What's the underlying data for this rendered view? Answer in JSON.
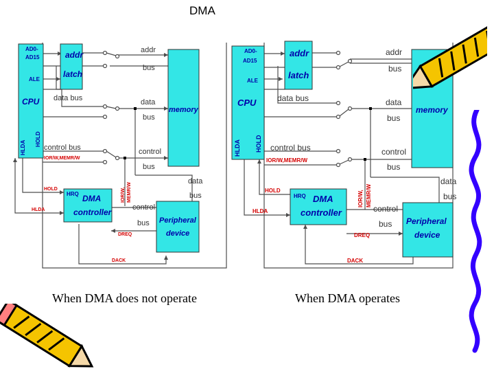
{
  "title": "DMA",
  "left": {
    "cpu": {
      "ad": [
        "AD0-",
        "AD15"
      ],
      "ale": "ALE",
      "name": "CPU",
      "hlda": "HLDA",
      "hold": "HOLD"
    },
    "latch": [
      "addr",
      "latch"
    ],
    "memory": "memory",
    "dma": {
      "hrq": "HRQ",
      "name": [
        "DMA",
        "controller"
      ],
      "iorw": "IOR/W,",
      "memrw": "MEMR/W"
    },
    "peripheral": [
      "Peripheral",
      "device"
    ],
    "labels": {
      "addr_bus": [
        "addr",
        "bus"
      ],
      "data_bus_h": "data bus",
      "data_bus_v": [
        "data",
        "bus"
      ],
      "control_bus_h": "control bus",
      "iorw_memrw": "IOR/W,MEMR/W",
      "control_bus_v": [
        "control",
        "bus"
      ],
      "data_bus_right": [
        "data",
        "bus"
      ],
      "control_bus_low": [
        "control",
        "bus"
      ],
      "hold": "HOLD",
      "hlda": "HLDA",
      "dreq": "DREQ",
      "dack": "DACK"
    },
    "caption": "When DMA does not operate"
  },
  "right": {
    "cpu": {
      "ad": [
        "AD0-",
        "AD15"
      ],
      "ale": "ALE",
      "name": "CPU",
      "hlda": "HLDA",
      "hold": "HOLD"
    },
    "latch": [
      "addr",
      "latch"
    ],
    "memory": "memory",
    "dma": {
      "hrq": "HRQ",
      "name": [
        "DMA",
        "controller"
      ],
      "iorw": "IOR/W,",
      "memrw": "MEMR/W"
    },
    "peripheral": [
      "Peripheral",
      "device"
    ],
    "labels": {
      "addr_bus": [
        "addr",
        "bus"
      ],
      "data_bus_h": "data bus",
      "data_bus_v": [
        "data",
        "bus"
      ],
      "control_bus_h": "control bus",
      "iorw_memrw": "IOR/W,MEMR/W",
      "control_bus_v": [
        "control",
        "bus"
      ],
      "data_bus_right": [
        "data",
        "bus"
      ],
      "control_bus_low": [
        "control",
        "bus"
      ],
      "hold": "HOLD",
      "hlda": "HLDA",
      "dreq": "DREQ",
      "dack": "DACK"
    },
    "caption": "When DMA operates"
  },
  "colors": {
    "box": "#33e6e6",
    "wire": "#4d4d4d",
    "signal_red": "#d40000",
    "box_text": "#0000aa",
    "pencil_yellow": "#f5c400",
    "squiggle": "#3300ff"
  }
}
